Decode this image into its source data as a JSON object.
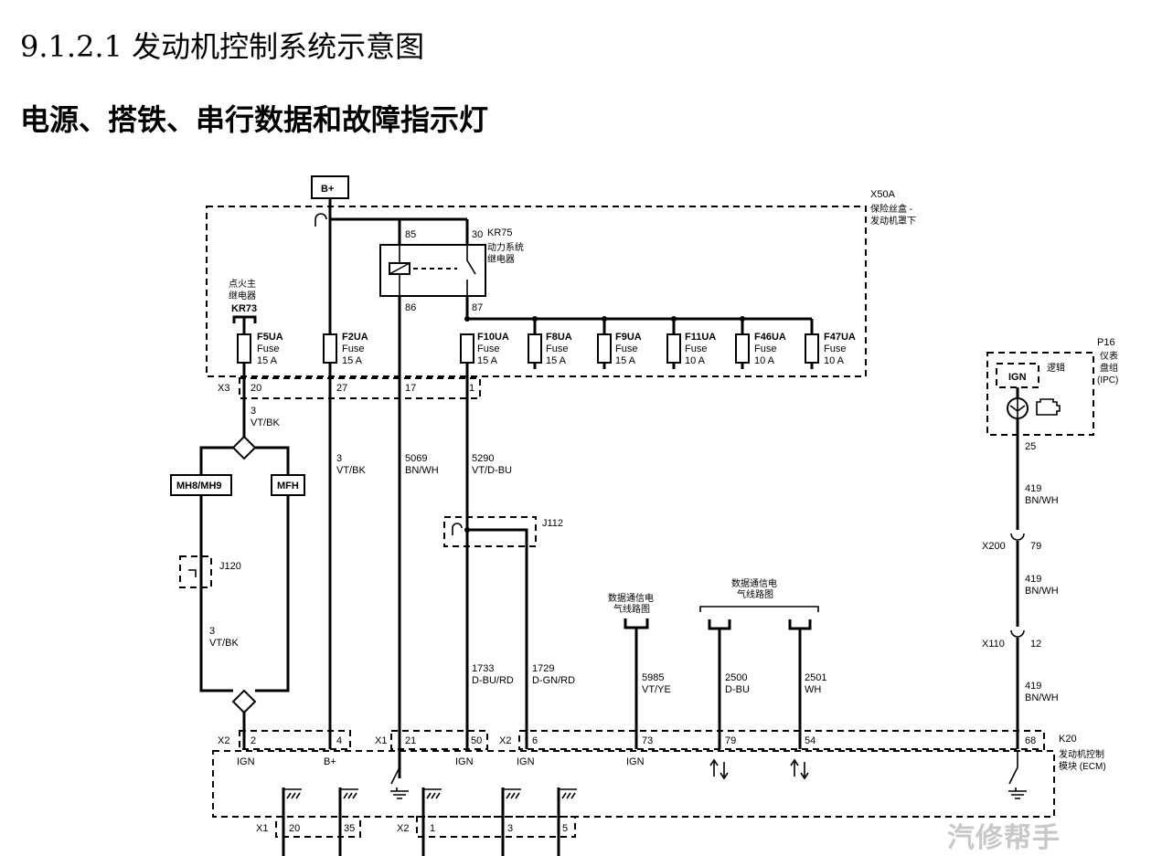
{
  "header": {
    "title": "9.1.2.1 发动机控制系统示意图",
    "subtitle": "电源、搭铁、串行数据和故障指示灯"
  },
  "power": {
    "bplus": "B+"
  },
  "fuse_block": {
    "id": "X50A",
    "desc1": "保险丝盒 -",
    "desc2": "发动机罩下"
  },
  "relay_kr75": {
    "id": "KR75",
    "desc1": "动力系统",
    "desc2": "继电器",
    "pin85": "85",
    "pin30": "30",
    "pin86": "86",
    "pin87": "87"
  },
  "relay_kr73": {
    "desc1": "点火主",
    "desc2": "继电器",
    "id": "KR73"
  },
  "fuses": [
    {
      "name": "F5UA",
      "type": "Fuse",
      "rating": "15 A"
    },
    {
      "name": "F2UA",
      "type": "Fuse",
      "rating": "15 A"
    },
    {
      "name": "F10UA",
      "type": "Fuse",
      "rating": "15 A"
    },
    {
      "name": "F8UA",
      "type": "Fuse",
      "rating": "15 A"
    },
    {
      "name": "F9UA",
      "type": "Fuse",
      "rating": "15 A"
    },
    {
      "name": "F11UA",
      "type": "Fuse",
      "rating": "10 A"
    },
    {
      "name": "F46UA",
      "type": "Fuse",
      "rating": "10 A"
    },
    {
      "name": "F47UA",
      "type": "Fuse",
      "rating": "10 A"
    }
  ],
  "x3": {
    "id": "X3",
    "pins": [
      "20",
      "27",
      "17",
      "1"
    ]
  },
  "wires": {
    "w3_vtbk_a": {
      "num": "3",
      "color": "VT/BK"
    },
    "w3_vtbk_b": {
      "num": "3",
      "color": "VT/BK"
    },
    "w3_vtbk_c": {
      "num": "3",
      "color": "VT/BK"
    },
    "w5069": {
      "num": "5069",
      "color": "BN/WH"
    },
    "w5290": {
      "num": "5290",
      "color": "VT/D-BU"
    },
    "w1733": {
      "num": "1733",
      "color": "D-BU/RD"
    },
    "w1729": {
      "num": "1729",
      "color": "D-GN/RD"
    },
    "w5985": {
      "num": "5985",
      "color": "VT/YE"
    },
    "w2500": {
      "num": "2500",
      "color": "D-BU"
    },
    "w2501": {
      "num": "2501",
      "color": "WH"
    },
    "w419_a": {
      "num": "419",
      "color": "BN/WH"
    },
    "w419_b": {
      "num": "419",
      "color": "BN/WH"
    },
    "w419_c": {
      "num": "419",
      "color": "BN/WH"
    }
  },
  "splices": {
    "mh8": "MH8/MH9",
    "mfh": "MFH",
    "j120": "J120",
    "j112": "J112"
  },
  "data_comm": {
    "line1": "数据通信电",
    "line2": "气线路图"
  },
  "ipc": {
    "id": "P16",
    "desc1": "仪表",
    "desc2": "盘组",
    "desc3": "(IPC)",
    "ign": "IGN",
    "logic": "逻辑",
    "pin": "25"
  },
  "inline": {
    "x200": "X200",
    "x200_pin": "79",
    "x110": "X110",
    "x110_pin": "12"
  },
  "ecm": {
    "id": "K20",
    "desc1": "发动机控制",
    "desc2": "模块 (ECM)",
    "x2": "X2",
    "x1": "X1",
    "x2b": "X2",
    "pins": [
      "2",
      "4",
      "21",
      "50",
      "6",
      "73",
      "79",
      "54",
      "68"
    ],
    "labels": {
      "ign1": "IGN",
      "bplus": "B+",
      "ign2": "IGN",
      "ign3": "IGN",
      "ign4": "IGN"
    }
  },
  "ground_conn": {
    "x1": "X1",
    "x1_pins": [
      "20",
      "35"
    ],
    "x2": "X2",
    "x2_pins": [
      "1",
      "3",
      "5"
    ]
  },
  "watermark": "汽修帮手"
}
